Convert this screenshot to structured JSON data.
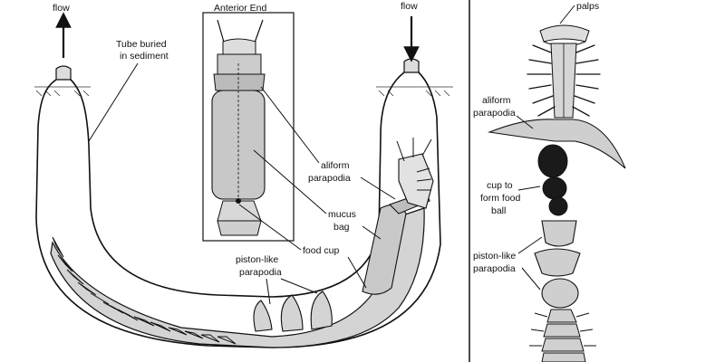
{
  "labels": {
    "flow_left": "flow",
    "flow_right": "flow",
    "tube_line1": "Tube buried",
    "tube_line2": "in sediment",
    "anterior_end": "Anterior End",
    "aliform_left_line1": "aliform",
    "aliform_left_line2": "parapodia",
    "mucus_line1": "mucus",
    "mucus_line2": "bag",
    "food_cup": "food cup",
    "piston_left_line1": "piston-like",
    "piston_left_line2": "parapodia",
    "palps": "palps",
    "aliform_right_line1": "aliform",
    "aliform_right_line2": "parapodia",
    "cup_line1": "cup to",
    "cup_line2": "form food",
    "cup_line3": "ball",
    "piston_right_line1": "piston-like",
    "piston_right_line2": "parapodia"
  },
  "colors": {
    "ink": "#111111",
    "body_fill": "#d4d4d4",
    "dark_fill": "#1a1a1a",
    "bag_fill": "#c9c9c9"
  }
}
